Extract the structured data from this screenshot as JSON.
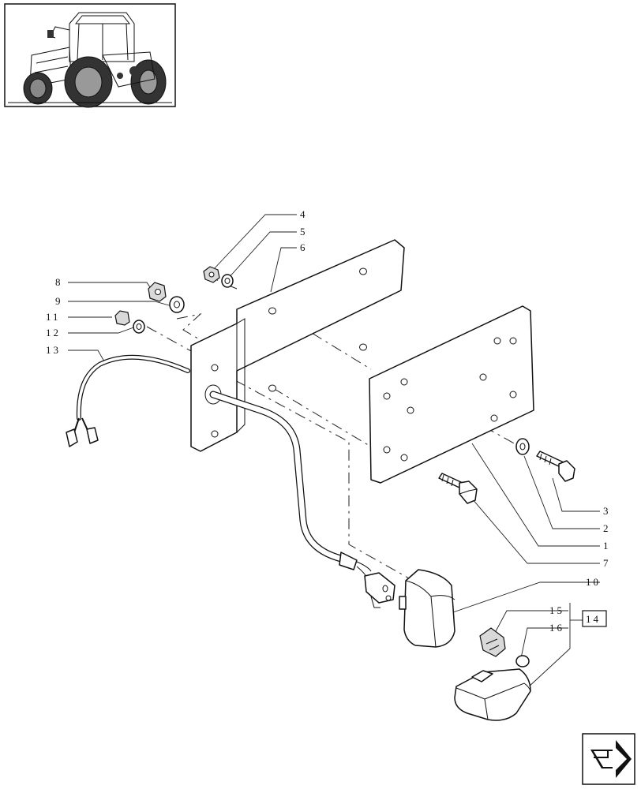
{
  "thumbnail": {
    "icon": "tractor-icon"
  },
  "nav": {
    "icon": "next-page-arrow-icon"
  },
  "callouts": {
    "c1": "1",
    "c2": "2",
    "c3": "3",
    "c4": "4",
    "c5": "5",
    "c6": "6",
    "c7": "7",
    "c8": "8",
    "c9": "9",
    "c10": "10",
    "c11": "11",
    "c12": "12",
    "c13": "13",
    "c14": "14",
    "c15": "15",
    "c16": "16"
  }
}
